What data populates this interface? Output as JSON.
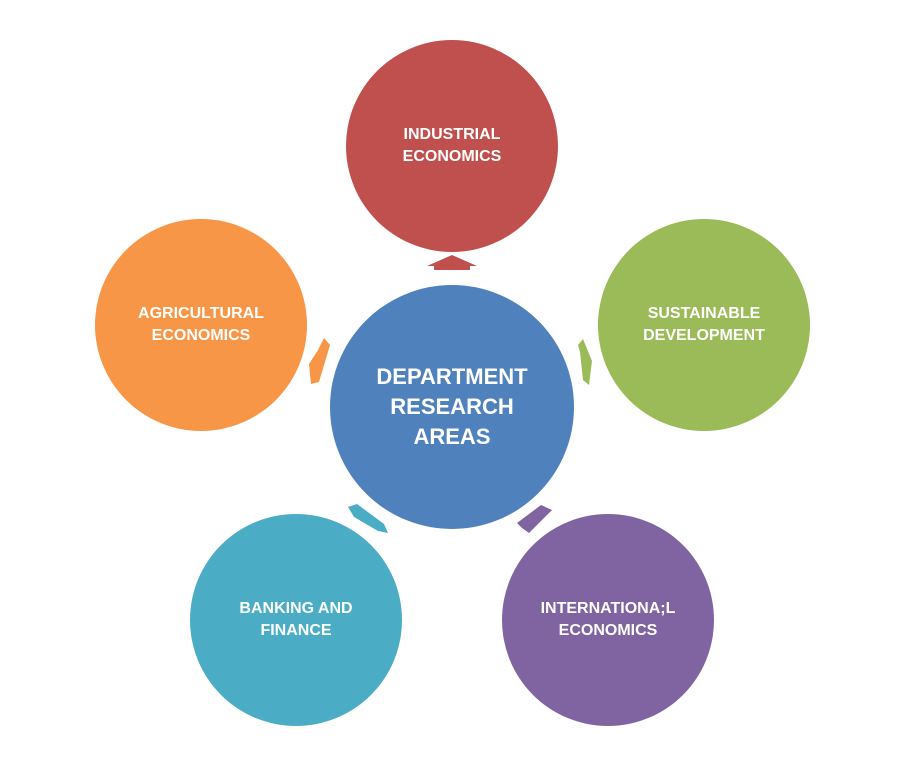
{
  "center": {
    "label": "DEPARTMENT\nRESEARCH\nAREAS",
    "color": "#4f81bd"
  },
  "nodes": [
    {
      "id": "industrial",
      "label": "INDUSTRIAL\nECONOMICS",
      "color": "#c0504d"
    },
    {
      "id": "sustainable",
      "label": "SUSTAINABLE\nDEVELOPMENT",
      "color": "#9bbb59"
    },
    {
      "id": "international",
      "label": "INTERNATIONA;L\nECONOMICS",
      "color": "#8064a2"
    },
    {
      "id": "banking",
      "label": "BANKING AND\nFINANCE",
      "color": "#4bacc6"
    },
    {
      "id": "agricultural",
      "label": "AGRICULTURAL\nECONOMICS",
      "color": "#f79646"
    }
  ]
}
